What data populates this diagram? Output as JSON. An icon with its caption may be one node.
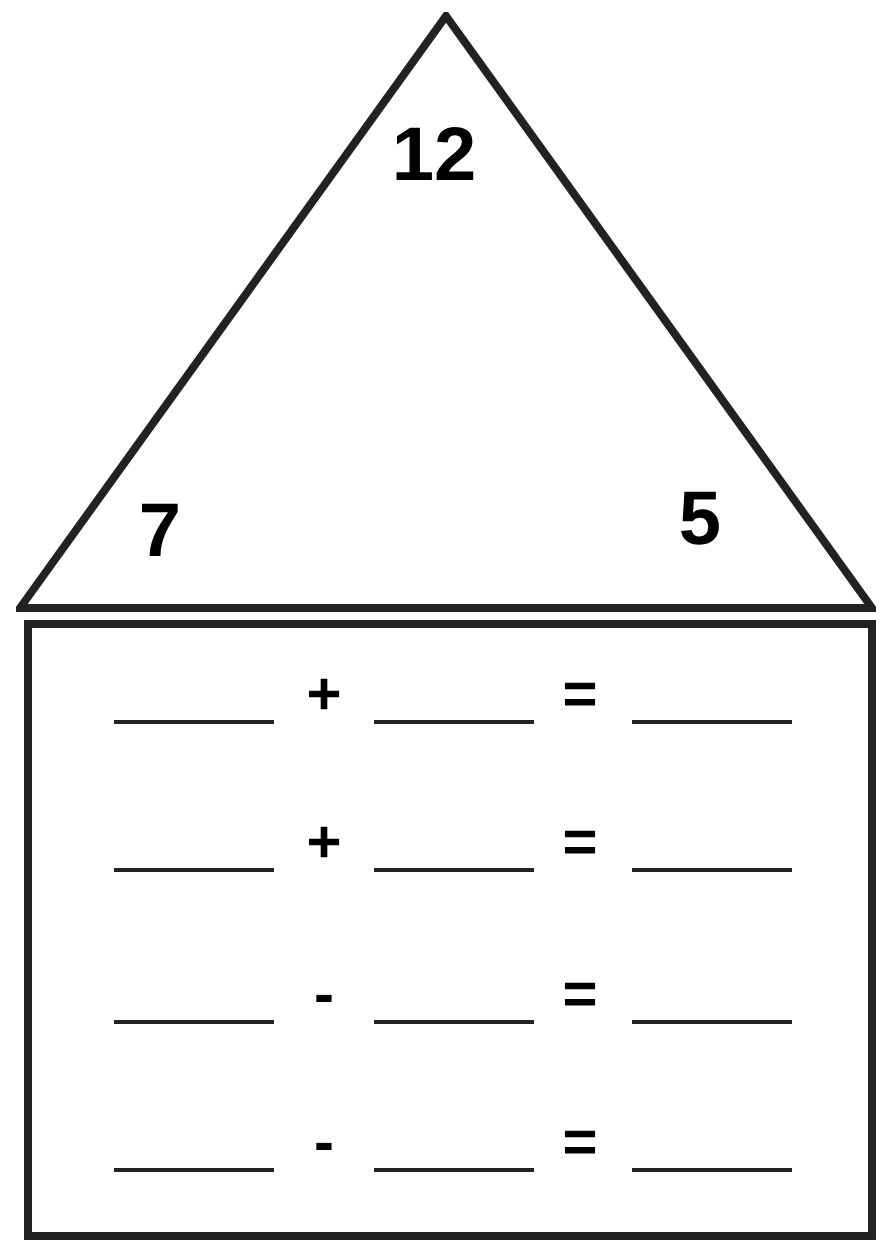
{
  "diagram": {
    "nodes": [
      {
        "text": [
          "12",
          "7",
          "5"
        ]
      },
      {
        "text": [],
        "shape": "box"
      }
    ],
    "edges": [],
    "labels": [
      "+",
      "=",
      "+",
      "=",
      "-",
      "=",
      "-",
      "="
    ]
  }
}
